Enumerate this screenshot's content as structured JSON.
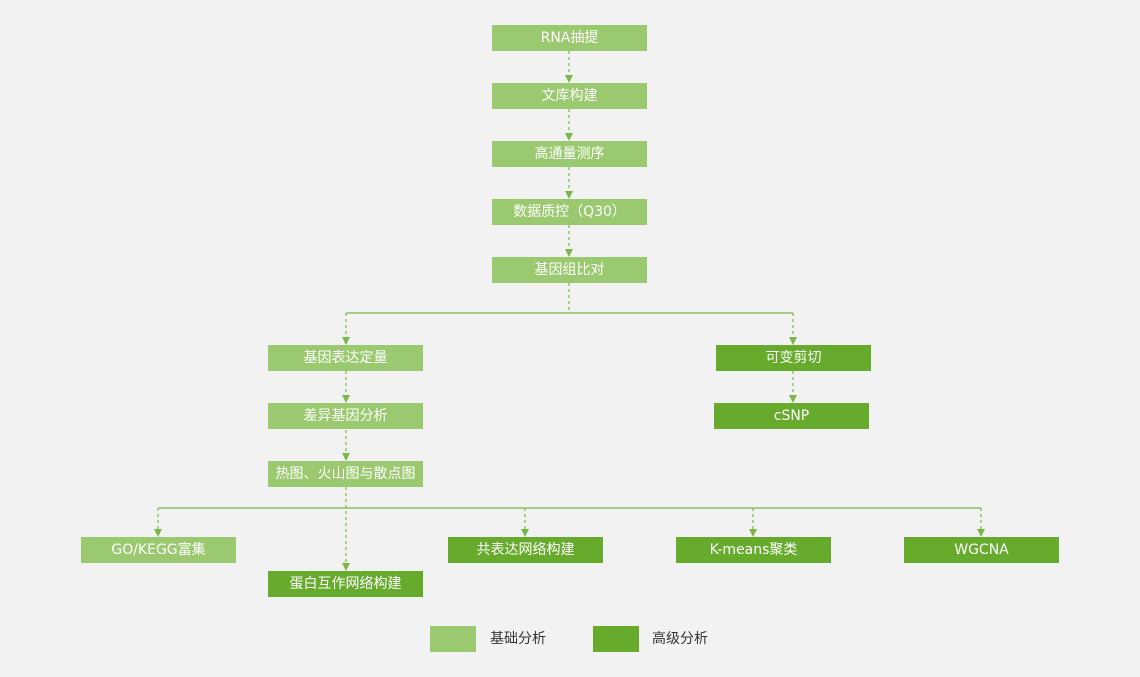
{
  "colors": {
    "basic": "#9bc96f",
    "advanced": "#67ab2d",
    "connector": "#7ab648",
    "background": "#f2f2f2"
  },
  "nodes": {
    "rna_extraction": "RNA抽提",
    "library_construction": "文库构建",
    "sequencing": "高通量测序",
    "data_qc": "数据质控（Q30）",
    "genome_alignment": "基因组比对",
    "expression_quantification": "基因表达定量",
    "alternative_splicing": "可变剪切",
    "csnp": "cSNP",
    "differential_expression": "差异基因分析",
    "heatmap_volcano_scatter": "热图、火山图与散点图",
    "go_kegg_enrichment": "GO/KEGG富集",
    "ppi_network": "蛋白互作网络构建",
    "coexpression_network": "共表达网络构建",
    "kmeans_clustering": "K-means聚类",
    "wgcna": "WGCNA"
  },
  "legend": {
    "basic": "基础分析",
    "advanced": "高级分析"
  }
}
